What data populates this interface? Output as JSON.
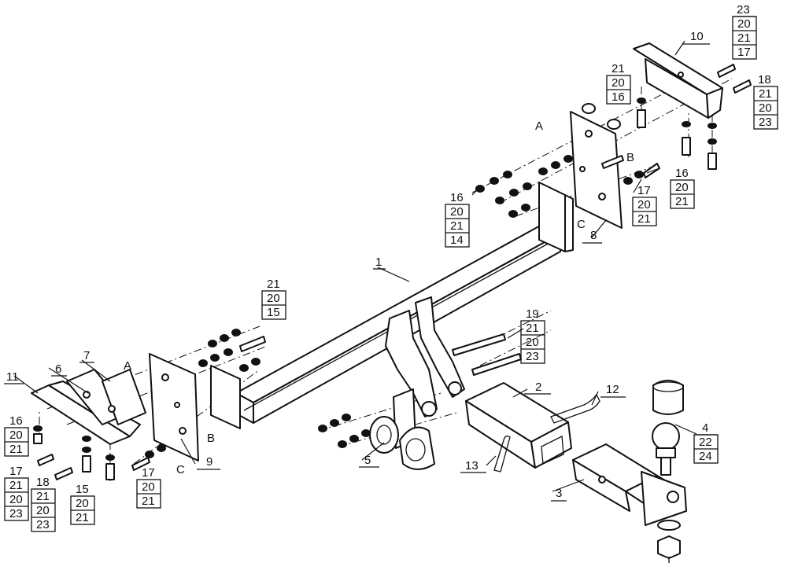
{
  "callouts": {
    "c1": "1",
    "c2": "2",
    "c3": "3",
    "c4": "4",
    "c5": "5",
    "c6": "6",
    "c7": "7",
    "c8": "8",
    "c9": "9",
    "c10": "10",
    "c11": "11",
    "c12": "12",
    "c13": "13"
  },
  "stacks": {
    "s23_20_21_17": [
      "23",
      "20",
      "21",
      "17"
    ],
    "s21_20_16": [
      "21",
      "20",
      "16"
    ],
    "s18_21_20_23_r": [
      "18",
      "21",
      "20",
      "23"
    ],
    "s16_20_21_14": [
      "16",
      "20",
      "21",
      "14"
    ],
    "s17_20_21_r": [
      "17",
      "20",
      "21"
    ],
    "s16_20_21_r": [
      "16",
      "20",
      "21"
    ],
    "s21_20_15": [
      "21",
      "20",
      "15"
    ],
    "s19_21_20_23": [
      "19",
      "21",
      "20",
      "23"
    ],
    "s4_22_24": [
      "4",
      "22",
      "24"
    ],
    "s16_20_21_l": [
      "16",
      "20",
      "21"
    ],
    "s17_21_20_23": [
      "17",
      "21",
      "20",
      "23"
    ],
    "s18_21_20_23_l": [
      "18",
      "21",
      "20",
      "23"
    ],
    "s15_20_21": [
      "15",
      "20",
      "21"
    ],
    "s17_20_21_l": [
      "17",
      "20",
      "21"
    ]
  },
  "letters": {
    "A_right": "A",
    "B_right": "B",
    "C_right": "C",
    "A_left": "A",
    "B_left": "B",
    "C_left": "C"
  }
}
